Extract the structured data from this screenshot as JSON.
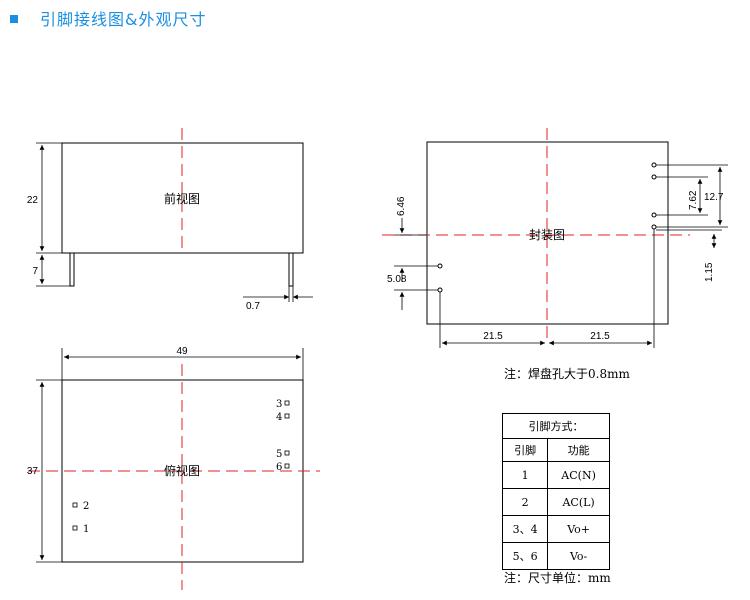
{
  "header": {
    "title": "引脚接线图&外观尺寸"
  },
  "views": {
    "front": "前视图",
    "package": "封装图",
    "top": "俯视图"
  },
  "dimensions": {
    "front_height": "22",
    "pin_length": "7",
    "pin_width": "0.7",
    "width": "49",
    "depth": "37",
    "pkg_left_upper": "6.46",
    "pkg_left_lower": "5.08",
    "pkg_bottom_left": "21.5",
    "pkg_bottom_right": "21.5",
    "pkg_right_inner": "7.62",
    "pkg_right_outer": "12.7",
    "pkg_right_small": "1.15"
  },
  "pin_marks": {
    "p1": "1",
    "p2": "2",
    "p3": "3",
    "p4": "4",
    "p5": "5",
    "p6": "6"
  },
  "notes": {
    "hole": "注：焊盘孔大于0.8mm",
    "unit": "注：尺寸单位：mm"
  },
  "pin_table": {
    "caption": "引脚方式：",
    "headers": [
      "引脚",
      "功能"
    ],
    "rows": [
      {
        "pin": "1",
        "func": "AC(N)"
      },
      {
        "pin": "2",
        "func": "AC(L)"
      },
      {
        "pin": "3、4",
        "func": "Vo+"
      },
      {
        "pin": "5、6",
        "func": "Vo-"
      }
    ]
  }
}
